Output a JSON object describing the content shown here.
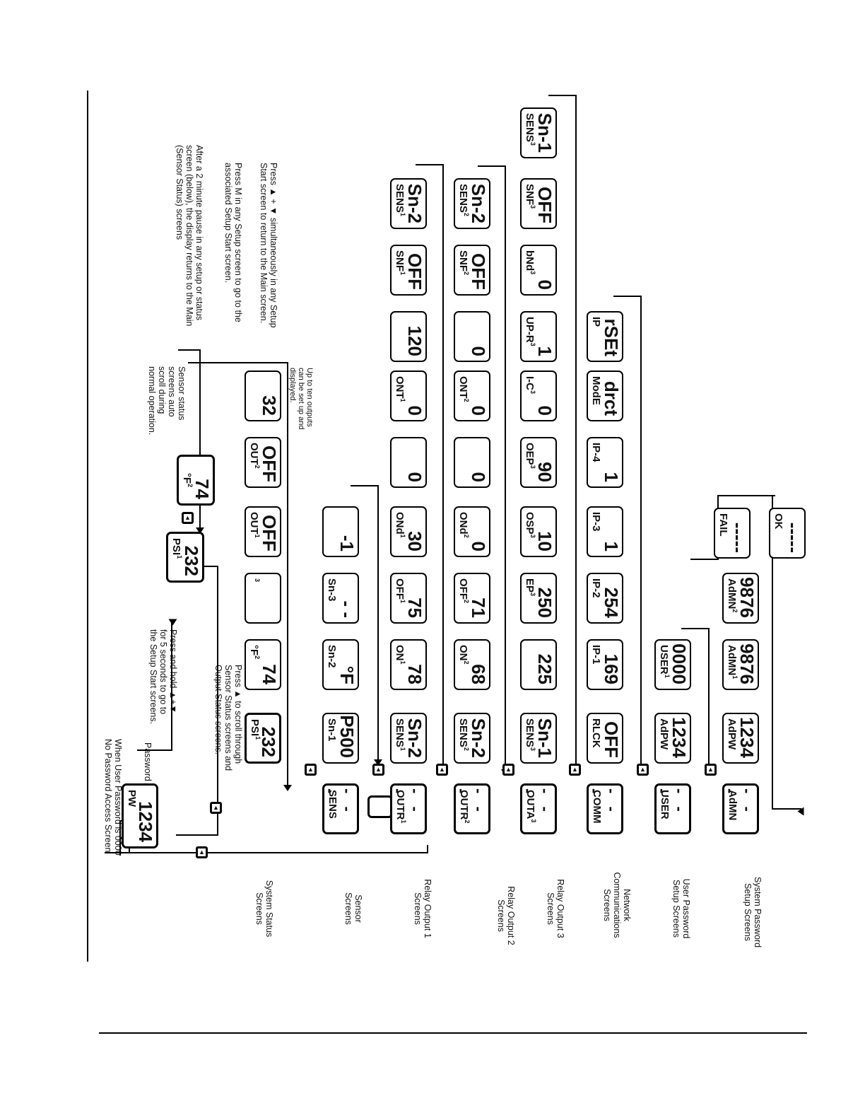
{
  "header": {
    "pw_note": "When User Password is 0000\nNo Password Access Screen",
    "pw_access": "Password Access Screen",
    "press_hold": "Press and hold ▲+▼\nfor 5 seconds to go to\nthe Setup Start screens.",
    "press_scroll": "Press ▲ to scroll through\nSensor Status screens and\nOutput Status screens.",
    "sensor_auto": "Sensor status\nscreens auto\nscroll during\nnormal operation.",
    "note_pause": "After a 2 minute pause in any setup or status\nscreen (below), the display returns to the Main\n(Sensor Status) screens",
    "note_m": "Press M in any Setup screen to go to the\nassociated Setup Start screen.",
    "note_up": "Press ▲ + ▼ simultaneously in any Setup\nStart screen to return to the Main screen.",
    "up_to_ten": "Up to ten outputs\ncan be set up and\ndisplayed."
  },
  "row_labels": {
    "system": "System Status\nScreens",
    "sensor": "Sensor\nScreens",
    "relay1": "Relay Output 1\nScreens",
    "relay2": "Relay Output 2\nScreens",
    "relay3": "Relay Output 3\nScreens",
    "network": "Network\nCommunications\nScreens",
    "user": "User Password\nSetup Screens",
    "admin": "System Password\nSetup Screens"
  },
  "screens": {
    "pw": {
      "main": "1234",
      "sub": "PW"
    },
    "psi_top": {
      "main": "232",
      "sub": "PSI",
      "sup": "1"
    },
    "f2_top": {
      "main": "74",
      "sub": "°F",
      "sup": "2"
    },
    "system": [
      {
        "main": "232",
        "sub": "PSI",
        "sup": "1"
      },
      {
        "main": "74",
        "sub": "°F",
        "sup": "2"
      },
      {
        "main": "",
        "sub": "",
        "sup": "3"
      },
      {
        "main": "OFF",
        "sub": "OUT",
        "sup": "1"
      },
      {
        "main": "OFF",
        "sub": "OUT",
        "sup": "2"
      },
      {
        "main": "32",
        "sub": "",
        "sup": ""
      }
    ],
    "sensor": [
      {
        "main": "- - -",
        "sub": "SENS"
      },
      {
        "main": "P500",
        "sub": "Sn-1"
      },
      {
        "main": "°F",
        "sub": "Sn-2"
      },
      {
        "main": "- -",
        "sub": "Sn-3"
      },
      {
        "main": "-1",
        "sub": ""
      }
    ],
    "relay1": [
      {
        "main": "- - -",
        "sub": "OUTR",
        "sup": "1"
      },
      {
        "main": "Sn-2",
        "sub": "SENS",
        "sup": "1"
      },
      {
        "main": "78",
        "sub": "ON",
        "sup": "1"
      },
      {
        "main": "75",
        "sub": "OFF",
        "sup": "1"
      },
      {
        "main": "30",
        "sub": "ONd",
        "sup": "1"
      },
      {
        "main": "0",
        "sub": "",
        "sup": ""
      },
      {
        "main": "0",
        "sub": "ONT",
        "sup": "1"
      },
      {
        "main": "120",
        "sub": "",
        "sup": ""
      },
      {
        "main": "OFF",
        "sub": "SNF",
        "sup": "1"
      },
      {
        "main": "Sn-2",
        "sub": "SENS",
        "sup": "1"
      }
    ],
    "relay2": [
      {
        "main": "- - -",
        "sub": "OUTR",
        "sup": "2"
      },
      {
        "main": "Sn-2",
        "sub": "SENS",
        "sup": "2"
      },
      {
        "main": "68",
        "sub": "ON",
        "sup": "2"
      },
      {
        "main": "71",
        "sub": "OFF",
        "sup": "2"
      },
      {
        "main": "0",
        "sub": "ONd",
        "sup": "2"
      },
      {
        "main": "0",
        "sub": "",
        "sup": ""
      },
      {
        "main": "0",
        "sub": "ONT",
        "sup": "2"
      },
      {
        "main": "0",
        "sub": "",
        "sup": ""
      },
      {
        "main": "OFF",
        "sub": "SNF",
        "sup": "2"
      },
      {
        "main": "Sn-2",
        "sub": "SENS",
        "sup": "2"
      }
    ],
    "relay3": [
      {
        "main": "- - -",
        "sub": "OUTA",
        "sup": "3"
      },
      {
        "main": "Sn-1",
        "sub": "SENS",
        "sup": "3"
      },
      {
        "main": "225",
        "sub": "",
        "sup": ""
      },
      {
        "main": "250",
        "sub": "EP",
        "sup": "3"
      },
      {
        "main": "10",
        "sub": "OSP",
        "sup": "3"
      },
      {
        "main": "90",
        "sub": "OEP",
        "sup": "3"
      },
      {
        "main": "0",
        "sub": "I-C",
        "sup": "3"
      },
      {
        "main": "1",
        "sub": "UP-R",
        "sup": "3"
      },
      {
        "main": "0",
        "sub": "bNd",
        "sup": "3"
      },
      {
        "main": "OFF",
        "sub": "SNF",
        "sup": "3"
      },
      {
        "main": "Sn-1",
        "sub": "SENS",
        "sup": "3"
      }
    ],
    "network": [
      {
        "main": "- - -",
        "sub": "COMM"
      },
      {
        "main": "OFF",
        "sub": "RLCK"
      },
      {
        "main": "169",
        "sub": "IP-1"
      },
      {
        "main": "254",
        "sub": "IP-2"
      },
      {
        "main": "1",
        "sub": "IP-3"
      },
      {
        "main": "1",
        "sub": "IP-4"
      },
      {
        "main": "drct",
        "sub": "ModE"
      },
      {
        "main": "rSEt",
        "sub": "IP"
      }
    ],
    "user": [
      {
        "main": "- - -",
        "sub": "USER"
      },
      {
        "main": "1234",
        "sub": "AdPW"
      },
      {
        "main": "0000",
        "sub": "USER",
        "sup": "1"
      }
    ],
    "admin": [
      {
        "main": "- - -",
        "sub": "AdMN"
      },
      {
        "main": "1234",
        "sub": "AdPW"
      },
      {
        "main": "9876",
        "sub": "AdMN",
        "sup": "1"
      },
      {
        "main": "9876",
        "sub": "AdMN",
        "sup": "2"
      },
      {
        "main": "-----",
        "sub": "FAIL"
      },
      {
        "main": "-----",
        "sub": "OK"
      }
    ]
  },
  "icons": {
    "up_button": "up-arrow-button-icon",
    "down_button": "down-arrow-button-icon",
    "mode_button": "m-button-icon"
  }
}
